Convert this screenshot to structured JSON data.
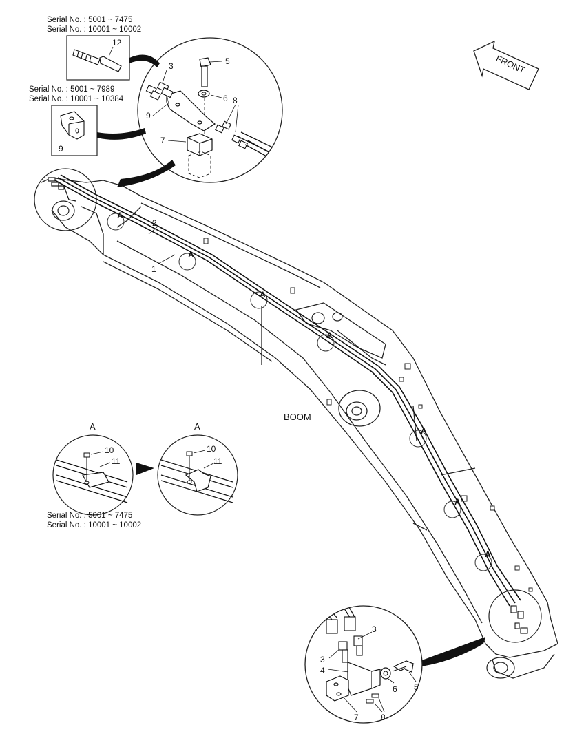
{
  "drawing": {
    "boom_label": "BOOM",
    "front_label": "FRONT",
    "serial_top": [
      "Serial No. : 5001 ~ 7475",
      "Serial No. : 10001 ~ 10002"
    ],
    "serial_bracket": [
      "Serial No. : 5001 ~ 7989",
      "Serial No. : 10001 ~ 10384"
    ],
    "serial_clamp": [
      "Serial No. : 5001 ~ 7475",
      "Serial No. : 10001 ~ 10002"
    ],
    "detail_marker": "A",
    "part_numbers": {
      "p1": "1",
      "p2": "2",
      "p3": "3",
      "p4": "4",
      "p5": "5",
      "p6": "6",
      "p7": "7",
      "p8": "8",
      "p9": "9",
      "p10": "10",
      "p11": "11",
      "p12": "12"
    }
  }
}
